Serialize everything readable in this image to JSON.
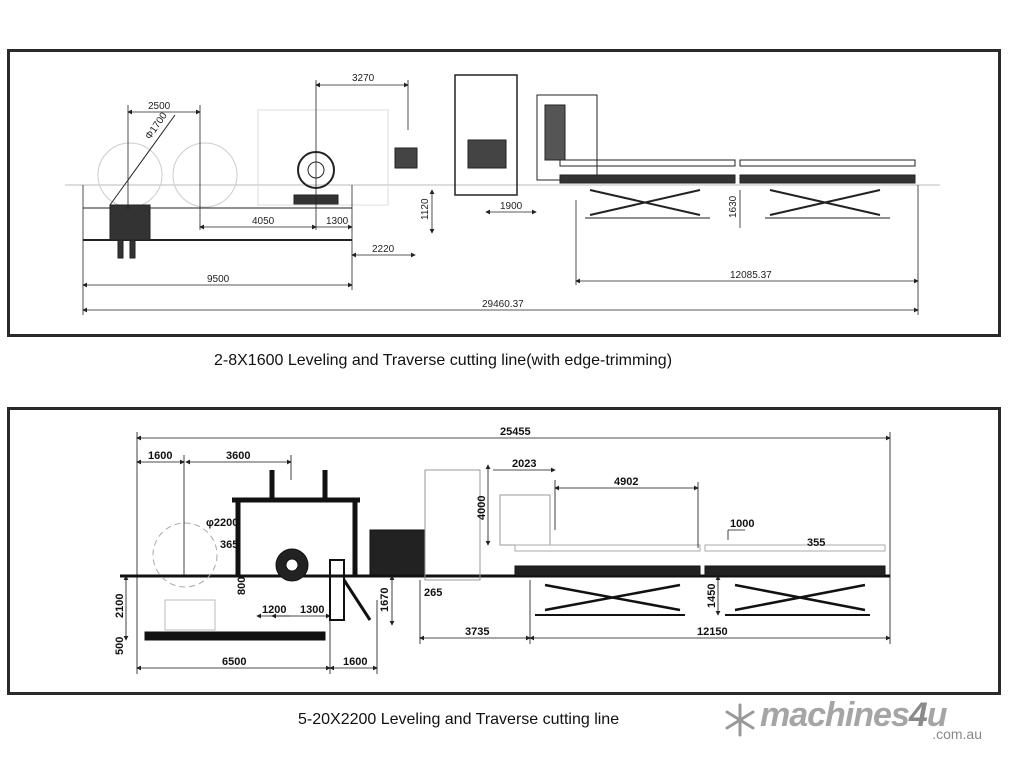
{
  "top_drawing": {
    "caption": "2-8X1600 Leveling and Traverse cutting line(with edge-trimming)",
    "dimensions": {
      "d2500": "2500",
      "phi1700": "Φ1700",
      "d3270": "3270",
      "d4050": "4050",
      "d1300": "1300",
      "d1120": "1120",
      "d2220": "2220",
      "d9500": "9500",
      "d1900": "1900",
      "d1630": "1630",
      "d12085": "12085.37",
      "d29460": "29460.37"
    }
  },
  "bottom_drawing": {
    "caption": "5-20X2200 Leveling and Traverse cutting line",
    "dimensions": {
      "d25455": "25455",
      "d1600a": "1600",
      "d3600": "3600",
      "phi2200": "φ2200",
      "d365": "365",
      "d800": "800",
      "d1200": "1200",
      "d1300": "1300",
      "d1670": "1670",
      "d265": "265",
      "d3735": "3735",
      "d2100": "2100",
      "d500": "500",
      "d6500": "6500",
      "d1600b": "1600",
      "d2023": "2023",
      "d4000": "4000",
      "d4902": "4902",
      "d1000": "1000",
      "d355": "355",
      "d1450": "1450",
      "d12150": "12150"
    }
  },
  "watermark": {
    "brand": "machines4u",
    "domain": ".com.au"
  }
}
